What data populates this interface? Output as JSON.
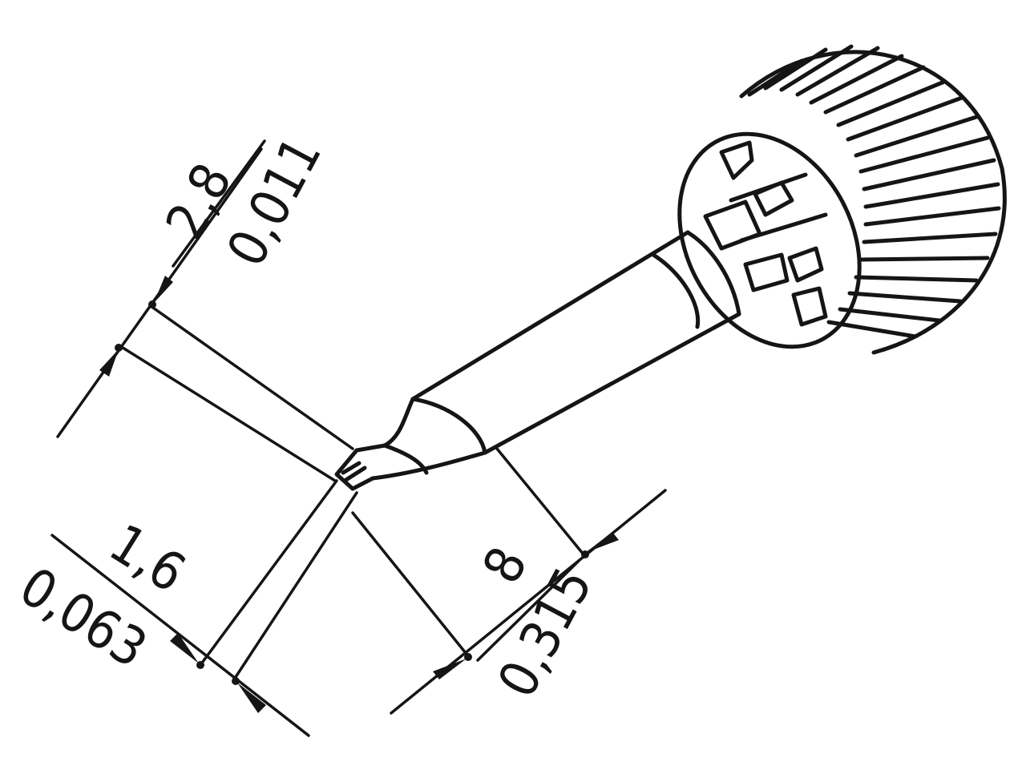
{
  "dimensions": {
    "tip_width_mm": "2,8",
    "tip_width_in": "0,011",
    "tip_thickness_mm": "1,6",
    "tip_thickness_in": "0,063",
    "shaft_diameter_mm": "8",
    "shaft_diameter_in": "0,315"
  }
}
